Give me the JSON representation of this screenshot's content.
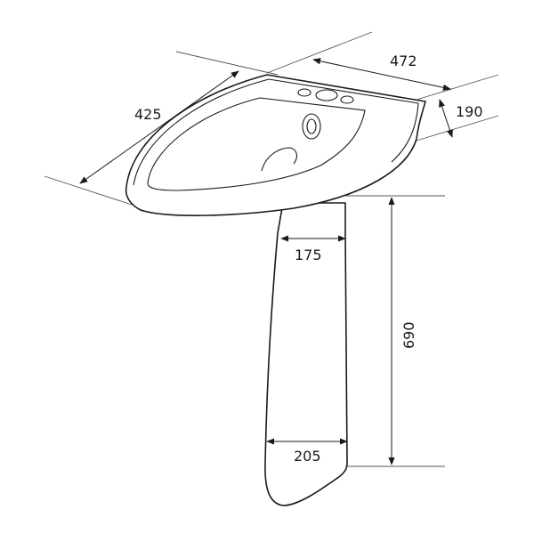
{
  "dimensions": {
    "width_label": "472",
    "depth_label": "425",
    "basin_height_label": "190",
    "pedestal_top_width_label": "175",
    "pedestal_bottom_width_label": "205",
    "pedestal_height_label": "690"
  }
}
